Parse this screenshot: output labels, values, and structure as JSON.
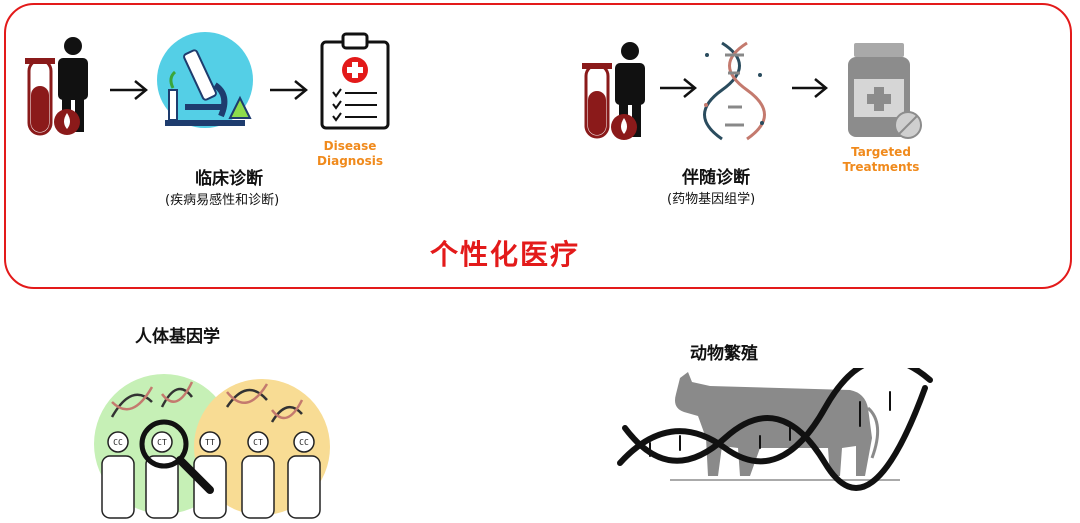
{
  "top_box": {
    "title": "个性化医疗",
    "clinical": {
      "title": "临床诊断",
      "subtitle": "(疾病易感性和诊断)",
      "outcome": [
        "Disease",
        "Diagnosis"
      ]
    },
    "companion": {
      "title": "伴随诊断",
      "subtitle": "(药物基因组学)",
      "outcome": [
        "Targeted",
        "Treatments"
      ]
    }
  },
  "human_genomics": {
    "title": "人体基因学",
    "bases": [
      "CC",
      "CT",
      "TT",
      "CT",
      "CC"
    ]
  },
  "animal_breeding": {
    "title": "动物繁殖"
  },
  "colors": {
    "frame": "#e31a1a",
    "accent": "#f08a1c",
    "green": "#c6f0b6",
    "yellow": "#f8dc94"
  }
}
